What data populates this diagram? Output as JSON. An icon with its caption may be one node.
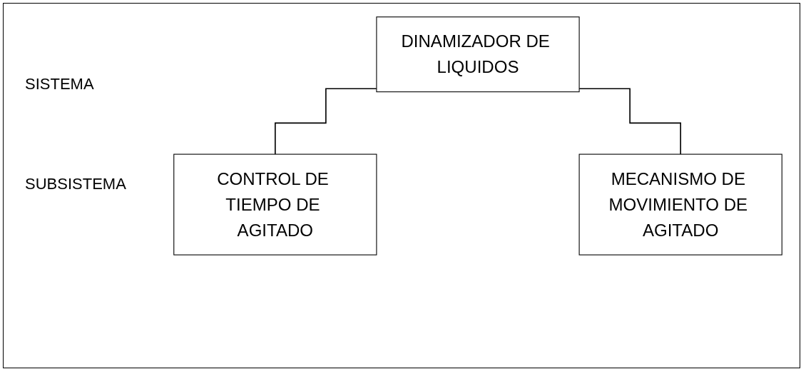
{
  "diagram": {
    "nodes": [
      {
        "text": [
          "DINAMIZADOR DE LIQUIDOS"
        ]
      },
      {
        "text": [
          "CONTROL DE TIEMPO DE AGITADO"
        ]
      },
      {
        "text": [
          "MECANISMO DE MOVIMIENTO DE AGITADO"
        ]
      }
    ],
    "edges": [
      {
        "from": 0,
        "to": 1,
        "arrow": "none"
      },
      {
        "from": 0,
        "to": 2,
        "arrow": "none"
      }
    ],
    "labels": [
      "SISTEMA",
      "SUBSISTEMA"
    ]
  }
}
